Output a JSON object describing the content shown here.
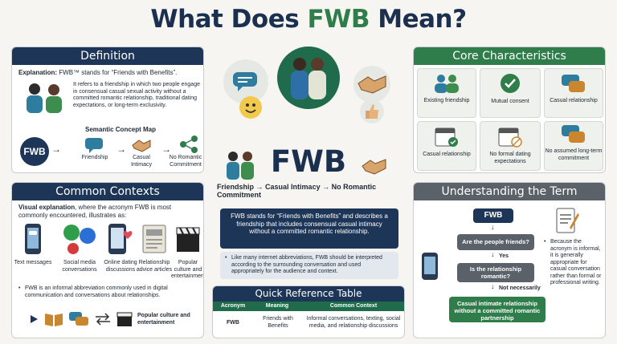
{
  "title": {
    "part1": "What Does ",
    "part2": "FWB",
    "part3": " Mean?"
  },
  "definition": {
    "header": "Definition",
    "explanation_label": "Explanation:",
    "explanation_text": "FWB™ stands for “Friends with Benefits”.",
    "body": "It refers to a friendship in which two people engage in consensual casual sexual activity without a committed romantic relationship, traditional dating expectations, or long-term exclusivity.",
    "map_title": "Semantic Concept Map",
    "badge": "FWB",
    "nodes": [
      "Friendship",
      "Casual Intimacy",
      "No Romantic Commitment"
    ]
  },
  "contexts": {
    "header": "Common Contexts",
    "intro_label": "Visual explanation",
    "intro_text": ", where the acronym FWB is most commonly encountered, illustrates as:",
    "items": [
      "Text messages",
      "Social media conversations",
      "Online dating discussions",
      "Relationship advice articles",
      "Popular culture and entertainment"
    ],
    "note": "FWB is an informal abbreviation commonly used in digital communication and conversations about relationships.",
    "footer": "Popular culture and entertainment"
  },
  "center": {
    "big": "FWB",
    "chain": [
      "Friendship",
      "Casual Intimacy",
      "No Romantic Commitment"
    ],
    "dark_box": "FWB stands for “Friends with Benefits” and describes a friendship that includes consensual casual intimacy without a committed romantic relationship.",
    "light_box": "Like many internet abbreviations, FWB should be interpreted according to the surrounding conversation and used appropriately for the audience and context."
  },
  "table": {
    "header": "Quick Reference Table",
    "columns": [
      "Acronym",
      "Meaning",
      "Common Context"
    ],
    "rows": [
      [
        "FWB",
        "Friends with Benefits",
        "Informal conversations, texting, social media, and relationship discussions"
      ]
    ]
  },
  "characteristics": {
    "header": "Core Characteristics",
    "items": [
      "Existing friendship",
      "Mutual consent",
      "Casual relationship",
      "Casual relationship",
      "No formal dating expectations",
      "No assumed long-term commitment"
    ]
  },
  "understanding": {
    "header": "Understanding the Term",
    "start": "FWB",
    "q1": "Are the people friends?",
    "yes": "Yes",
    "q2": "Is the relationship romantic?",
    "no": "Not necessarily",
    "result": "Casual intimate relationship without a committed romantic partnership",
    "side_note": "Because the acronym is informal, it is generally appropriate for casual conversation rather than formal or professional writing."
  },
  "colors": {
    "navy": "#1d3557",
    "green": "#2e7d4a",
    "gray": "#5b6168"
  }
}
